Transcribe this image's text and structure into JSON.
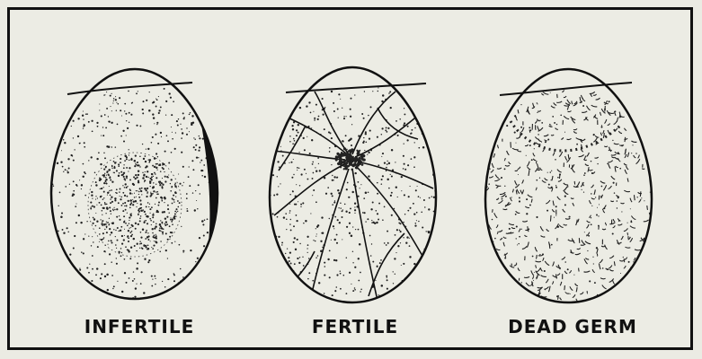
{
  "labels": {
    "infertile": "INFERTILE",
    "fertile": "FERTILE",
    "dead_germ": "DEAD GERM"
  }
}
